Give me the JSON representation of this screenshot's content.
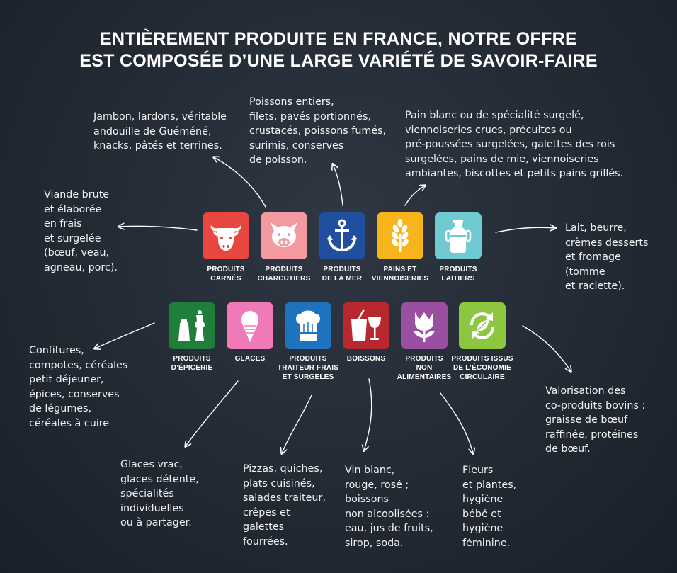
{
  "title": {
    "line1": "ENTIÈREMENT PRODUITE EN FRANCE, NOTRE OFFRE",
    "line2": "EST COMPOSÉE D’UNE LARGE VARIÉTÉ DE SAVOIR-FAIRE"
  },
  "colors": {
    "produits_carnes": "#e8473f",
    "produits_charcutiers": "#f29aa0",
    "produits_de_la_mer": "#1f4f9e",
    "pains_viennoiseries": "#f6b51b",
    "produits_laitiers": "#6fcbd1",
    "produits_epicerie": "#1f7f3a",
    "glaces": "#f07ab8",
    "traiteur": "#1e73be",
    "boissons": "#b8282f",
    "non_alimentaires": "#9b4fa0",
    "economie_circulaire": "#8dc63f"
  },
  "icons": {
    "produits_carnes": "cow-head-icon",
    "produits_charcutiers": "pig-head-icon",
    "produits_de_la_mer": "anchor-icon",
    "pains_viennoiseries": "wheat-icon",
    "produits_laitiers": "milk-can-icon",
    "produits_epicerie": "salt-pepper-icon",
    "glaces": "ice-cream-cone-icon",
    "traiteur": "chef-hat-icon",
    "boissons": "drinks-icon",
    "non_alimentaires": "flower-icon",
    "economie_circulaire": "recycle-leaf-icon"
  },
  "categories": {
    "produits_carnes": {
      "label": [
        "PRODUITS",
        "CARNÉS"
      ]
    },
    "produits_charcutiers": {
      "label": [
        "PRODUITS",
        "CHARCUTIERS"
      ]
    },
    "produits_de_la_mer": {
      "label": [
        "PRODUITS",
        "DE LA MER"
      ]
    },
    "pains_viennoiseries": {
      "label": [
        "PAINS ET",
        "VIENNOISERIES"
      ]
    },
    "produits_laitiers": {
      "label": [
        "PRODUITS",
        "LAITIERS"
      ]
    },
    "produits_epicerie": {
      "label": [
        "PRODUITS",
        "D’ÉPICERIE"
      ]
    },
    "glaces": {
      "label": [
        "GLACES"
      ]
    },
    "traiteur": {
      "label": [
        "PRODUITS",
        "TRAITEUR FRAIS",
        "ET SURGELÉS"
      ]
    },
    "boissons": {
      "label": [
        "BOISSONS"
      ]
    },
    "non_alimentaires": {
      "label": [
        "PRODUITS",
        "NON",
        "ALIMENTAIRES"
      ]
    },
    "economie_circulaire": {
      "label": [
        "PRODUITS ISSUS",
        "DE L’ÉCONOMIE",
        "CIRCULAIRE"
      ]
    }
  },
  "descriptions": {
    "viande": [
      "Viande brute",
      "et élaborée",
      "en frais",
      "et surgelée",
      "(bœuf, veau,",
      "agneau, porc)."
    ],
    "charcuterie": [
      "Jambon, lardons, véritable",
      "andouille de Guéméné,",
      "knacks, pâtés et terrines."
    ],
    "mer": [
      "Poissons entiers,",
      "filets, pavés portionnés,",
      "crustacés, poissons fumés,",
      "surimis, conserves",
      "de poisson."
    ],
    "pains": [
      "Pain blanc ou de spécialité surgelé,",
      "viennoiseries crues, précuites ou",
      "pré-poussées surgelées, galettes des rois",
      "surgelées, pains de mie, viennoiseries",
      "ambiantes, biscottes et petits pains grillés."
    ],
    "laitiers": [
      "Lait, beurre,",
      "crèmes desserts",
      "et fromage",
      "(tomme",
      "et raclette)."
    ],
    "epicerie": [
      "Confitures,",
      "compotes, céréales",
      "petit déjeuner,",
      "épices, conserves",
      "de légumes,",
      "céréales à cuire"
    ],
    "glaces": [
      "Glaces vrac,",
      "glaces détente,",
      "spécialités",
      "individuelles",
      "ou à partager."
    ],
    "traiteur": [
      "Pizzas, quiches,",
      "plats cuisinés,",
      "salades traiteur,",
      "crêpes et",
      "galettes",
      "fourrées."
    ],
    "boissons": [
      "Vin blanc,",
      "rouge, rosé ;",
      "boissons",
      "non alcoolisées :",
      "eau, jus de fruits,",
      "sirop, soda."
    ],
    "non_alimentaires": [
      "Fleurs",
      "et plantes,",
      "hygiène",
      "bébé et",
      "hygiène",
      "féminine."
    ],
    "economie": [
      "Valorisation des",
      "co-produits bovins :",
      "graisse de bœuf",
      "raffinée, protéines",
      "de bœuf."
    ]
  }
}
